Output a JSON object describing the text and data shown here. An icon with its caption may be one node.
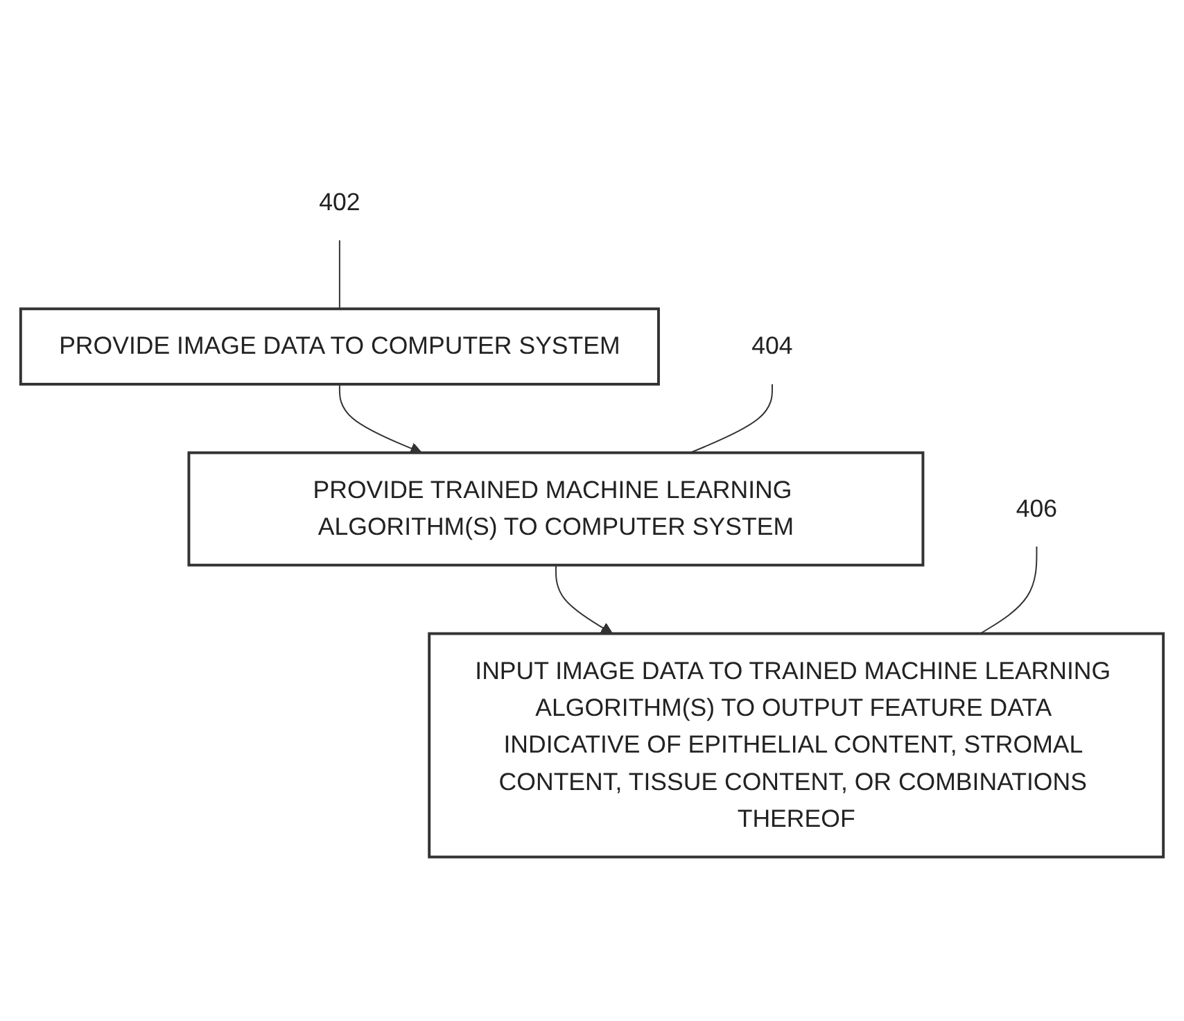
{
  "diagram": {
    "nodes": [
      {
        "text": [
          "PROVIDE IMAGE DATA TO COMPUTER SYSTEM"
        ]
      },
      {
        "text": [
          "PROVIDE TRAINED MACHINE LEARNING ALGORITHM(S) TO COMPUTER SYSTEM"
        ]
      },
      {
        "text": [
          "INPUT IMAGE DATA TO TRAINED MACHINE LEARNING ALGORITHM(S) TO OUTPUT FEATURE DATA INDICATIVE OF EPITHELIAL CONTENT, STROMAL CONTENT, TISSUE CONTENT, OR COMBINATIONS THEREOF"
        ]
      },
      {
        "text": [
          "402"
        ]
      },
      {
        "text": [
          "404"
        ]
      },
      {
        "text": [
          "406"
        ]
      }
    ],
    "edges": [
      {
        "from": 0,
        "to": 1,
        "arrow": "to"
      },
      {
        "from": 1,
        "to": 2,
        "arrow": "to"
      },
      {
        "from": 3,
        "to": 0,
        "arrow": "none"
      },
      {
        "from": 4,
        "to": 1,
        "arrow": "none"
      },
      {
        "from": 5,
        "to": 2,
        "arrow": "none"
      }
    ]
  }
}
